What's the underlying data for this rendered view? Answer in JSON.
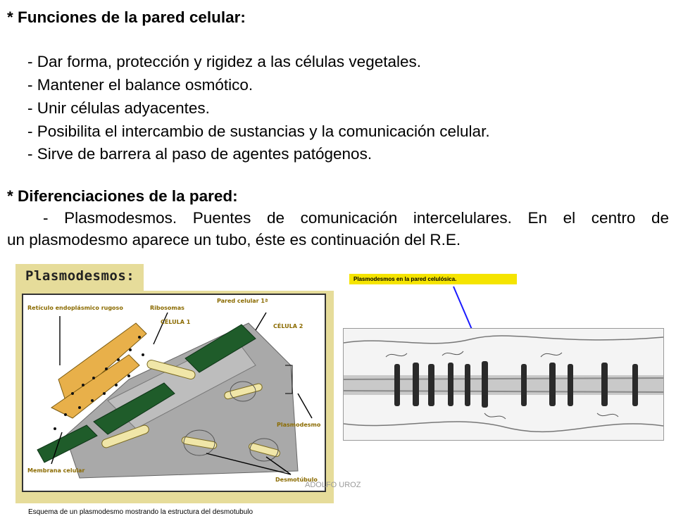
{
  "heading1": "* Funciones de la pared celular:",
  "functions": [
    "- Dar forma, protección  y rigidez a las células vegetales.",
    "- Mantener el balance osmótico.",
    "- Unir células adyacentes.",
    "- Posibilita el intercambio de sustancias y la comunicación celular.",
    "- Sirve de barrera al paso de agentes patógenos."
  ],
  "heading2": "* Diferenciaciones de la pared:",
  "paragraph": {
    "line1": "- Plasmodesmos. Puentes de comunicación intercelulares. En el centro de",
    "line2": "un plasmodesmo aparece un tubo, éste es continuación del R.E."
  },
  "figure_left": {
    "title": "Plasmodesmos:",
    "labels": {
      "reticulo": "Retículo endoplásmico rugoso",
      "ribosomas": "Ribosomas",
      "pared": "Pared celular 1ª",
      "celula1": "CÉLULA 1",
      "celula2": "CÉLULA 2",
      "plasmodesmo": "Plasmodesmo",
      "membrana": "Membrana celular",
      "desmotubulo": "Desmotúbulo"
    },
    "caption": "Esquema de un plasmodesmo mostrando la estructura del desmotubulo"
  },
  "figure_right": {
    "label": "Plasmodesmos en la pared celulósica."
  },
  "watermark": "ADOLFO UROZ",
  "colors": {
    "figure_background": "#e6dc9a",
    "cell_wall": "#1f5c2a",
    "er": "#e8b04a",
    "label": "#f5e400",
    "arrow": "#1a1aff"
  }
}
